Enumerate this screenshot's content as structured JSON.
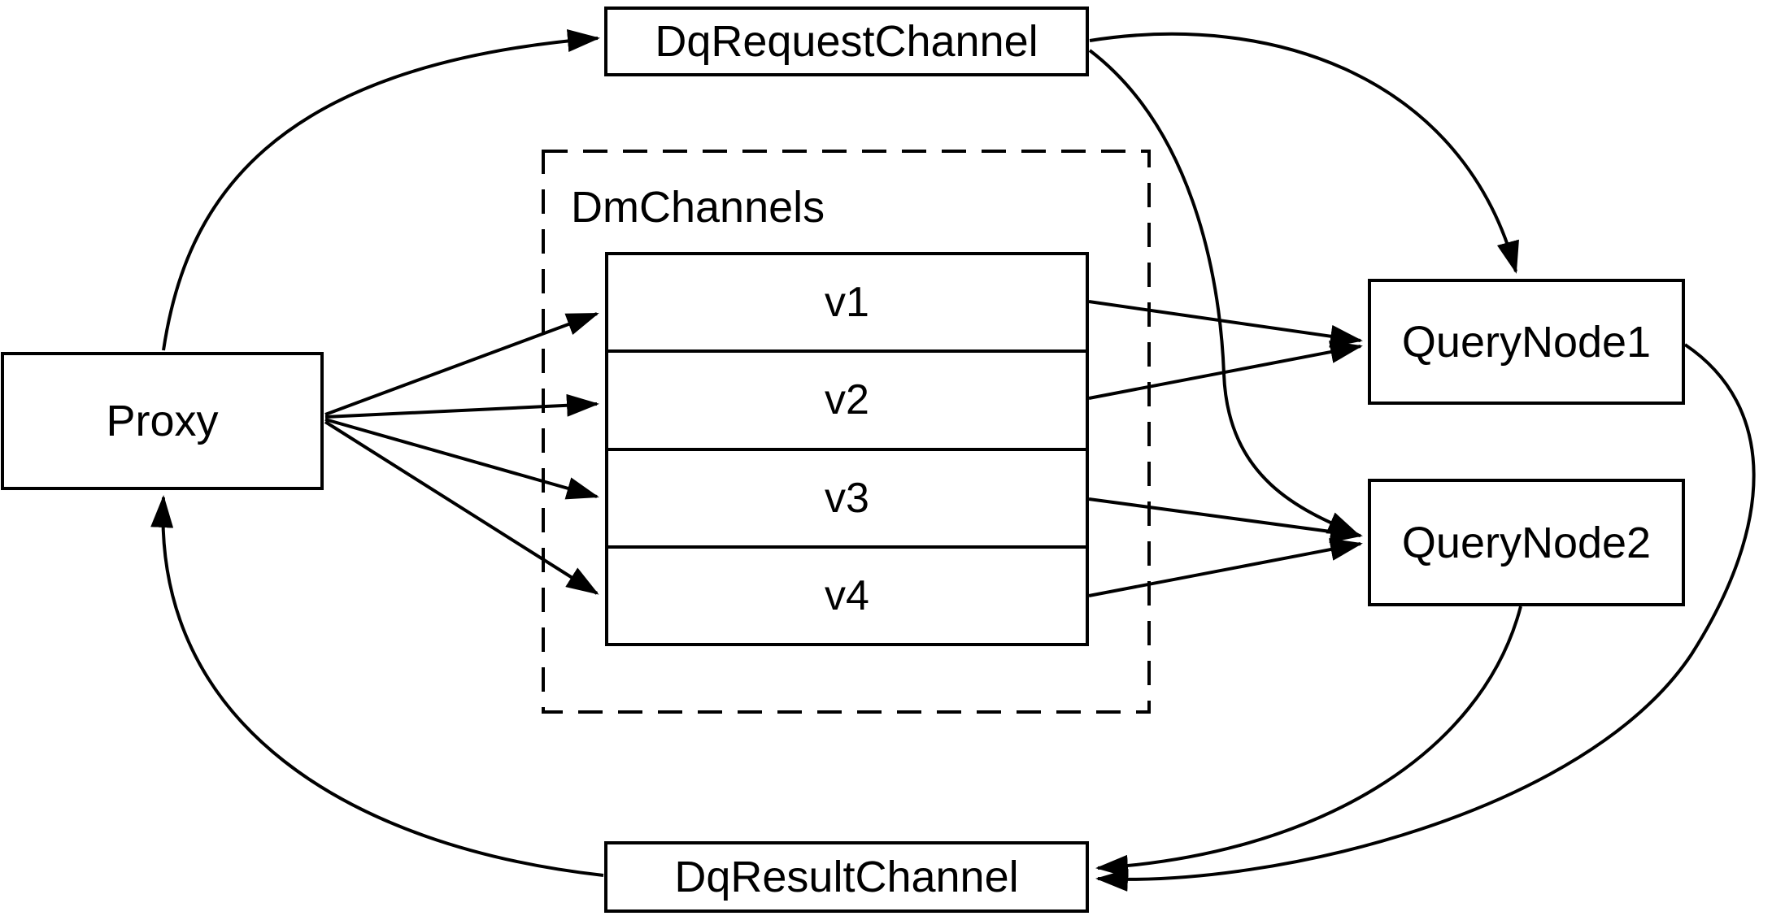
{
  "diagram": {
    "colors": {
      "background": "#ffffff",
      "line": "#000000",
      "text": "#000000",
      "node_fill": "#ffffff"
    },
    "nodes": {
      "proxy": {
        "label": "Proxy"
      },
      "dq_request_channel": {
        "label": "DqRequestChannel"
      },
      "dm_channels_group": {
        "label": "DmChannels"
      },
      "channels": [
        {
          "label": "v1"
        },
        {
          "label": "v2"
        },
        {
          "label": "v3"
        },
        {
          "label": "v4"
        }
      ],
      "query_node_1": {
        "label": "QueryNode1"
      },
      "query_node_2": {
        "label": "QueryNode2"
      },
      "dq_result_channel": {
        "label": "DqResultChannel"
      }
    },
    "edges": [
      {
        "from": "Proxy",
        "to": "DqRequestChannel",
        "style": "curved"
      },
      {
        "from": "DqRequestChannel",
        "to": "QueryNode1",
        "style": "curved"
      },
      {
        "from": "DqRequestChannel",
        "to": "QueryNode2",
        "style": "curved"
      },
      {
        "from": "Proxy",
        "to": "v1",
        "style": "straight"
      },
      {
        "from": "Proxy",
        "to": "v2",
        "style": "straight"
      },
      {
        "from": "Proxy",
        "to": "v3",
        "style": "straight"
      },
      {
        "from": "Proxy",
        "to": "v4",
        "style": "straight"
      },
      {
        "from": "v1",
        "to": "QueryNode1",
        "style": "straight"
      },
      {
        "from": "v2",
        "to": "QueryNode1",
        "style": "straight"
      },
      {
        "from": "v3",
        "to": "QueryNode2",
        "style": "straight"
      },
      {
        "from": "v4",
        "to": "QueryNode2",
        "style": "straight"
      },
      {
        "from": "QueryNode1",
        "to": "DqResultChannel",
        "style": "curved"
      },
      {
        "from": "QueryNode2",
        "to": "DqResultChannel",
        "style": "curved"
      },
      {
        "from": "DqResultChannel",
        "to": "Proxy",
        "style": "curved"
      }
    ]
  }
}
